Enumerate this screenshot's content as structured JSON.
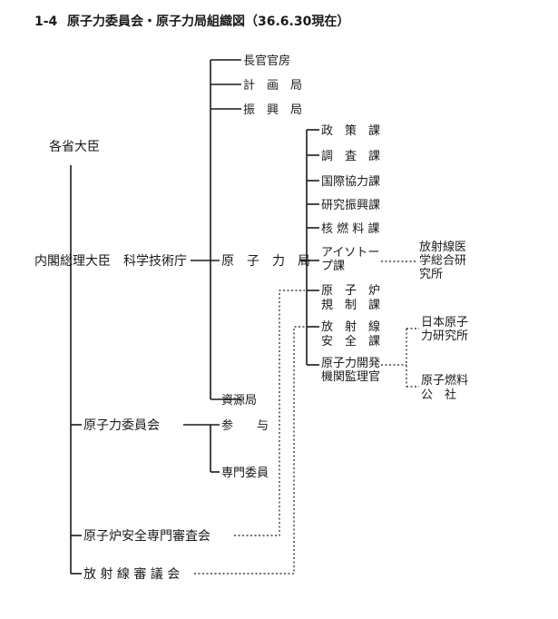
{
  "title": {
    "number": "1-4",
    "text": "原子力委員会・原子力局組織図（36.6.30現在）"
  },
  "nodes": {
    "kakusho_daijin": "各省大臣",
    "naikaku_sori": "内閣総理大臣",
    "kagaku_gijutsu": "科学技術庁",
    "chokan_kanbo": "長官官房",
    "keikaku": "計　画　局",
    "shinko": "振　興　局",
    "genshiryoku_kyoku": "原　子　力　局",
    "shigen": "資源局",
    "seisaku": "政　策　課",
    "chosa": "調　査　課",
    "kokusai": "国際協力課",
    "kenkyu": "研究振興課",
    "kaku_nenryo": "核 燃 料 課",
    "isotope_1": "アイソトー",
    "isotope_2": "プ課",
    "genshiro_kisei_1": "原　子　炉",
    "genshiro_kisei_2": "規　制　課",
    "hoshasen_anzen_1": "放　射　線",
    "hoshasen_anzen_2": "安　全　課",
    "kaihatsu_kansa_1": "原子力開発",
    "kaihatsu_kansa_2": "機関監理官",
    "hoshasen_igaku_1": "放射線医",
    "hoshasen_igaku_2": "学総合研",
    "hoshasen_igaku_3": "究所",
    "nihon_genshiryoku_1": "日本原子",
    "nihon_genshiryoku_2": "力研究所",
    "genshi_nenryo_1": "原子燃料",
    "genshi_nenryo_2": "公　社",
    "iinkai": "原子力委員会",
    "sanyo": "参　　与",
    "senmon_iin": "専門委員",
    "anzen_shinsa": "原子炉安全専門審査会",
    "hoshasen_shingi": "放 射 線 審 議 会"
  }
}
